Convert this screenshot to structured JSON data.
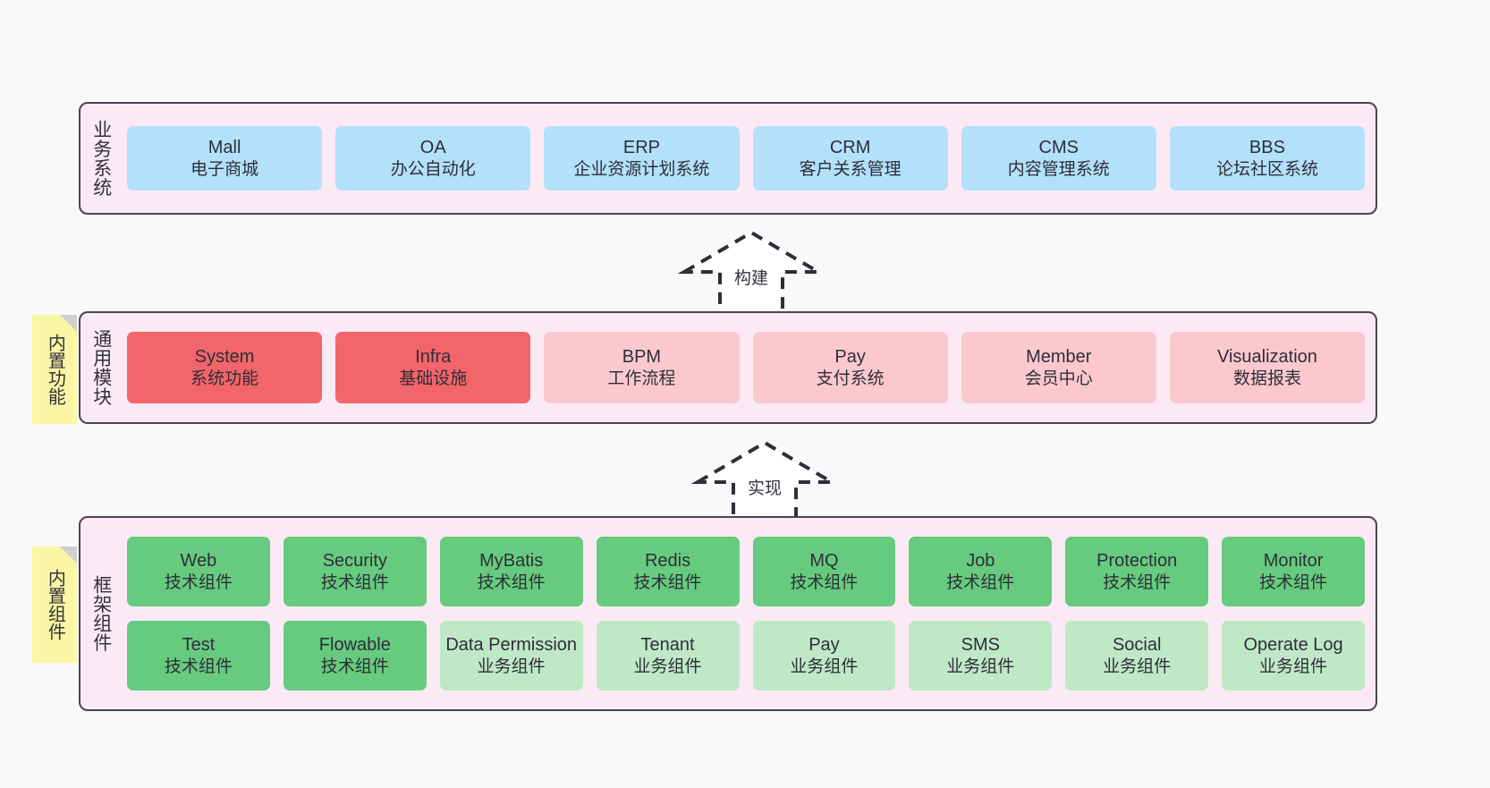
{
  "diagram": {
    "background_color": "#f9f9f9",
    "layer_fill": "#fbeaf4",
    "layer_border": "#4a4452",
    "note_color": "#fbf6a3"
  },
  "notes": [
    {
      "label": "内置功能",
      "name": "builtin-features"
    },
    {
      "label": "内置组件",
      "name": "builtin-components"
    }
  ],
  "connectors": [
    {
      "label": "构建",
      "name": "build"
    },
    {
      "label": "实现",
      "name": "implement"
    }
  ],
  "layers": [
    {
      "id": "business",
      "title": "业务系统",
      "color": "#b3e0fb",
      "rows": [
        [
          {
            "title": "Mall",
            "subtitle": "电子商城",
            "style": "blue"
          },
          {
            "title": "OA",
            "subtitle": "办公自动化",
            "style": "blue"
          },
          {
            "title": "ERP",
            "subtitle": "企业资源计划系统",
            "style": "blue"
          },
          {
            "title": "CRM",
            "subtitle": "客户关系管理",
            "style": "blue"
          },
          {
            "title": "CMS",
            "subtitle": "内容管理系统",
            "style": "blue"
          },
          {
            "title": "BBS",
            "subtitle": "论坛社区系统",
            "style": "blue"
          }
        ]
      ]
    },
    {
      "id": "common",
      "title": "通用模块",
      "color": "#f2656a",
      "rows": [
        [
          {
            "title": "System",
            "subtitle": "系统功能",
            "style": "red-strong"
          },
          {
            "title": "Infra",
            "subtitle": "基础设施",
            "style": "red-strong"
          },
          {
            "title": "BPM",
            "subtitle": "工作流程",
            "style": "red-soft"
          },
          {
            "title": "Pay",
            "subtitle": "支付系统",
            "style": "red-soft"
          },
          {
            "title": "Member",
            "subtitle": "会员中心",
            "style": "red-soft"
          },
          {
            "title": "Visualization",
            "subtitle": "数据报表",
            "style": "red-soft"
          }
        ]
      ]
    },
    {
      "id": "framework",
      "title": "框架组件",
      "color": "#66cb7f",
      "rows": [
        [
          {
            "title": "Web",
            "subtitle": "技术组件",
            "style": "green-strong"
          },
          {
            "title": "Security",
            "subtitle": "技术组件",
            "style": "green-strong"
          },
          {
            "title": "MyBatis",
            "subtitle": "技术组件",
            "style": "green-strong"
          },
          {
            "title": "Redis",
            "subtitle": "技术组件",
            "style": "green-strong"
          },
          {
            "title": "MQ",
            "subtitle": "技术组件",
            "style": "green-strong"
          },
          {
            "title": "Job",
            "subtitle": "技术组件",
            "style": "green-strong"
          },
          {
            "title": "Protection",
            "subtitle": "技术组件",
            "style": "green-strong"
          },
          {
            "title": "Monitor",
            "subtitle": "技术组件",
            "style": "green-strong"
          }
        ],
        [
          {
            "title": "Test",
            "subtitle": "技术组件",
            "style": "green-strong"
          },
          {
            "title": "Flowable",
            "subtitle": "技术组件",
            "style": "green-strong"
          },
          {
            "title": "Data Permission",
            "subtitle": "业务组件",
            "style": "green-soft"
          },
          {
            "title": "Tenant",
            "subtitle": "业务组件",
            "style": "green-soft"
          },
          {
            "title": "Pay",
            "subtitle": "业务组件",
            "style": "green-soft"
          },
          {
            "title": "SMS",
            "subtitle": "业务组件",
            "style": "green-soft"
          },
          {
            "title": "Social",
            "subtitle": "业务组件",
            "style": "green-soft"
          },
          {
            "title": "Operate Log",
            "subtitle": "业务组件",
            "style": "green-soft"
          }
        ]
      ]
    }
  ]
}
